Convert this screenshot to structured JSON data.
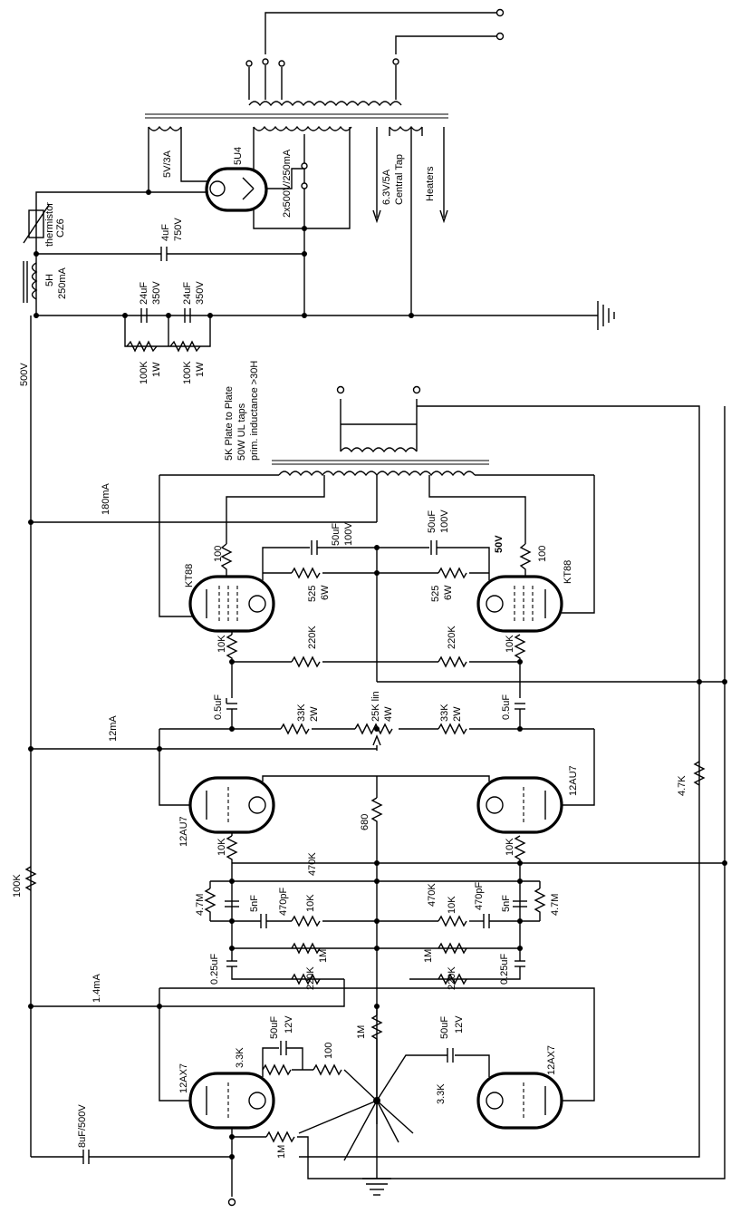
{
  "supply_left": {
    "tap_label": "5V/3A",
    "rectifier": "5U4",
    "secondary": "2x500V/250mA",
    "heater_label": "6.3V/5A",
    "heater_tap": "Central Tap",
    "heaters": "Heaters",
    "thermistor": "thermistor",
    "thermistor_part": "CZ6",
    "choke_h": "5H",
    "choke_ma": "250mA",
    "cap_reservoir_c": "4uF",
    "cap_reservoir_v": "750V",
    "cap1_c": "24uF",
    "cap1_v": "350V",
    "cap2_c": "24uF",
    "cap2_v": "350V",
    "bleed1_r": "100K",
    "bleed1_w": "1W",
    "bleed2_r": "100K",
    "bleed2_w": "1W",
    "rail_v": "500V"
  },
  "output_transformer": {
    "line1": "5K Plate to Plate",
    "line2": "50W UL taps",
    "line3": "prim. inductance >30H"
  },
  "output_stage": {
    "current": "180mA",
    "tube_left": "KT88",
    "tube_right": "KT88",
    "grid_stopper_left": "100",
    "grid_stopper_right": "100",
    "cap_left_c": "50uF",
    "cap_left_v": "100V",
    "cap_right_c": "50uF",
    "cap_right_v": "100V",
    "bias_v": "50V",
    "cathode_r_left": "525",
    "cathode_w_left": "6W",
    "cathode_r_right": "525",
    "cathode_w_right": "6W",
    "grid_leak_left": "10K",
    "grid_leak_right": "10K",
    "bias_r_left": "220K",
    "bias_r_right": "220K"
  },
  "driver_stage": {
    "coupling_left": "0.5uF",
    "coupling_right": "0.5uF",
    "current": "12mA",
    "load_left_r": "33K",
    "load_left_w": "2W",
    "load_right_r": "33K",
    "load_right_w": "2W",
    "balance_r": "25K lin",
    "balance_w": "4W",
    "tube_left": "12AU7",
    "tube_right": "12AU7",
    "tail_r": "680",
    "grid_left": "10K",
    "grid_right": "10K",
    "feedback_r": "4.7K"
  },
  "phase_splitter": {
    "r_470k_left": "470K",
    "r_470k_right": "470K",
    "r_47m_left": "4.7M",
    "r_47m_right": "4.7M",
    "c_5nf_left": "5nF",
    "c_5nf_right": "5nF",
    "c_470pf_left": "470pF",
    "c_470pf_right": "470pF",
    "r_10k_left": "10K",
    "r_10k_right": "10K",
    "c_025_left": "0.25uF",
    "c_025_right": "0.25uF",
    "r_1m_left": "1M",
    "r_1m_right": "1M",
    "r_220k_left": "220K",
    "r_220k_right": "220K",
    "current": "1.4mA",
    "dropper": "100K"
  },
  "input_stage": {
    "tube_left": "12AX7",
    "tube_right": "12AX7",
    "cathode_left": "3.3K",
    "cathode_right": "3.3K",
    "bypass_left_c": "50uF",
    "bypass_left_v": "12V",
    "bypass_right_c": "50uF",
    "bypass_right_v": "12V",
    "feedback_100": "100",
    "tail_1m": "1M",
    "input_1m": "1M",
    "input_cap": "8uF/500V"
  }
}
